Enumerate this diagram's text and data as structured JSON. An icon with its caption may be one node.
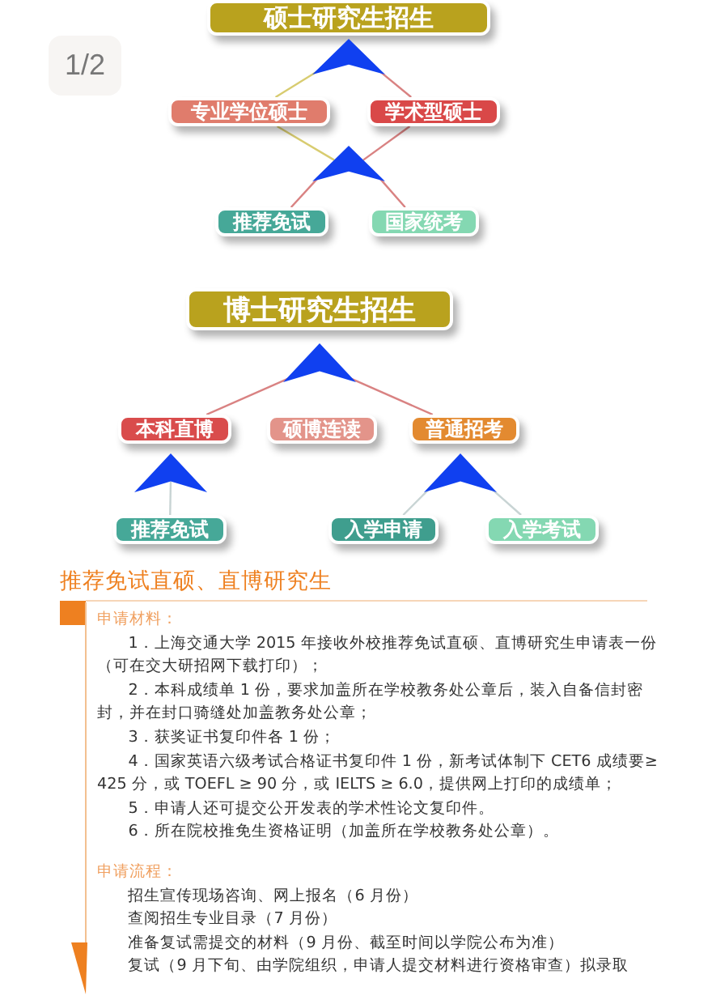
{
  "diagram": {
    "nodes": [
      {
        "text": [
          "硕士研究生招生"
        ]
      },
      {
        "text": [],
        "shape": "triangle"
      },
      {
        "text": [
          "专业学位硕士"
        ]
      },
      {
        "text": [
          "学术型硕士"
        ]
      },
      {
        "text": [],
        "shape": "triangle"
      },
      {
        "text": [
          "推荐免试"
        ]
      },
      {
        "text": [
          "国家统考"
        ]
      },
      {
        "text": [
          "博士研究生招生"
        ]
      },
      {
        "text": [],
        "shape": "triangle"
      },
      {
        "text": [
          "本科直博"
        ]
      },
      {
        "text": [
          "硕博连读"
        ]
      },
      {
        "text": [
          "普通招考"
        ]
      },
      {
        "text": [],
        "shape": "triangle"
      },
      {
        "text": [
          "推荐免试"
        ]
      },
      {
        "text": [],
        "shape": "triangle"
      },
      {
        "text": [
          "入学申请"
        ]
      },
      {
        "text": [
          "入学考试"
        ]
      }
    ],
    "edges": [
      {
        "from": 1,
        "to": 2,
        "arrow": "none",
        "color": "#d8cc70"
      },
      {
        "from": 1,
        "to": 3,
        "arrow": "none"
      },
      {
        "from": 2,
        "to": 4,
        "arrow": "none",
        "color": "#d8cc70"
      },
      {
        "from": 3,
        "to": 4,
        "arrow": "none"
      },
      {
        "from": 4,
        "to": 5,
        "arrow": "none"
      },
      {
        "from": 4,
        "to": 6,
        "arrow": "none"
      },
      {
        "from": 8,
        "to": 9,
        "arrow": "none"
      },
      {
        "from": 8,
        "to": 11,
        "arrow": "none"
      },
      {
        "from": 12,
        "to": 13,
        "arrow": "none",
        "color": "#c8d4d4"
      },
      {
        "from": 14,
        "to": 15,
        "arrow": "none",
        "color": "#c8d4d4"
      },
      {
        "from": 14,
        "to": 16,
        "arrow": "none",
        "color": "#c8d4d4"
      }
    ],
    "labels": [
      "1/2",
      "推荐免试直硕、直博研究生",
      "申请材料：",
      "1．上海交通大学 2015 年接收外校推荐免试直硕、直博研究生申请表一份（可在交大研招网下载打印）；",
      "2．本科成绩单 1 份，要求加盖所在学校教务处公章后，装入自备信封密封，并在封口骑缝处加盖教务处公章；",
      "3．获奖证书复印件各 1 份；",
      "4．国家英语六级考试合格证书复印件 1 份，新考试体制下 CET6 成绩要≥ 425 分，或 TOEFL ≥ 90 分，或 IELTS ≥ 6.0，提供网上打印的成绩单；",
      "5．申请人还可提交公开发表的学术性论文复印件。",
      "6．所在院校推免生资格证明（加盖所在学校教务处公章）。",
      "申请流程：",
      "招生宣传现场咨询、网上报名（6 月份）",
      "查阅招生专业目录（7 月份）",
      "准备复试需提交的材料（9 月份、截至时间以学院公布为准）",
      "复试（9 月下旬、由学院组织，申请人提交材料进行资格审查）拟录取"
    ]
  }
}
